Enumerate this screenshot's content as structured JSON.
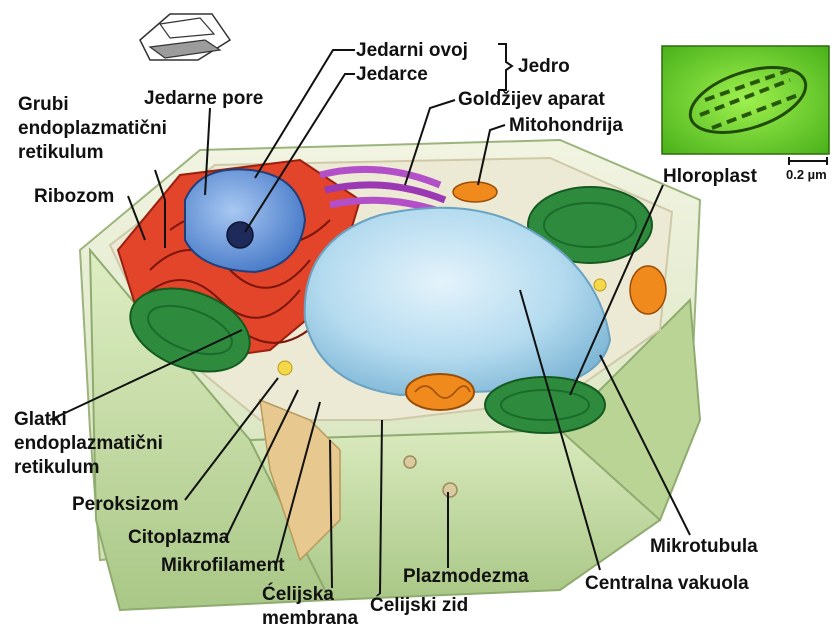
{
  "labels": {
    "jedarni_ovoj": "Jedarni ovoj",
    "jedarce": "Jedarce",
    "jedro": "Jedro",
    "jedarne_pore": "Jedarne pore",
    "grubi_er": [
      "Grubi",
      "endoplazmatični",
      "retikulum"
    ],
    "ribozom": "Ribozom",
    "goldzijev_aparat": "Goldžijev aparat",
    "mitohondrija": "Mitohondrija",
    "hloroplast": "Hloroplast",
    "scale_bar": "0.2 µm",
    "glatki_er": [
      "Glatki",
      "endoplazmatični",
      "retikulum"
    ],
    "peroksizom": "Peroksizom",
    "citoplazma": "Citoplazma",
    "mikrofilament": "Mikrofilament",
    "celijska_membrana": [
      "Ćelijska",
      "membrana"
    ],
    "celijski_zid": "Ćelijski zid",
    "plazmodezma": "Plazmodezma",
    "centralna_vakuola": "Centralna vakuola",
    "mikrotubula": "Mikrotubula"
  },
  "colors": {
    "cell_wall": "#c9deab",
    "cytoplasm": "#e9e6cf",
    "rough_er": "#e2452a",
    "nucleus": "#5b8fd6",
    "golgi": "#b24fc9",
    "chloroplast": "#2e8b3e",
    "vacuole": "#a9d4ea",
    "mitochondrion": "#f08a1c",
    "micrograph": "#6dd22a"
  }
}
